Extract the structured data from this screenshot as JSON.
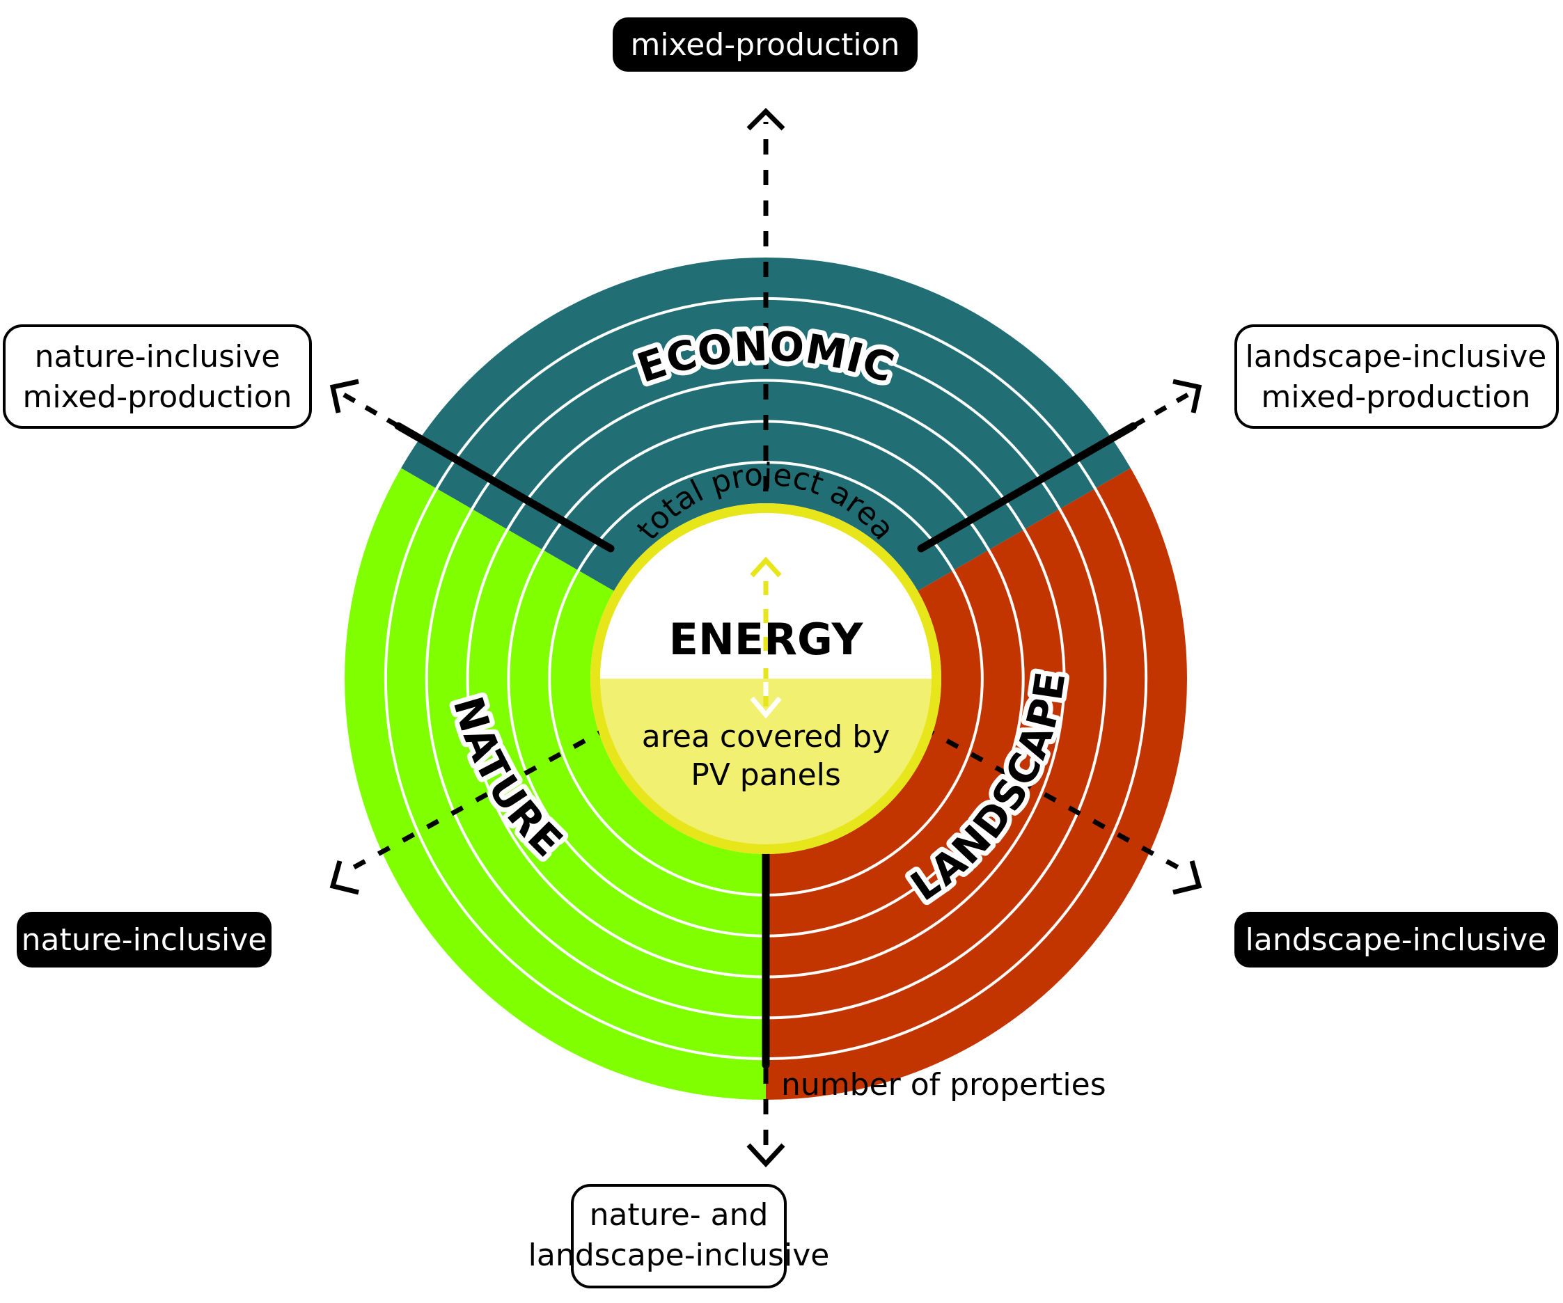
{
  "colors": {
    "economic": "#216f74",
    "nature": "#80ff00",
    "landscape": "#c23500",
    "energy_ring": "#e6e61a",
    "energy_fill": "#f2f070",
    "energy_top": "#ffffff",
    "ink": "#000000"
  },
  "rings_per_sector": 6,
  "energy": {
    "title": "ENERGY",
    "top_label": "total project area",
    "bottom_label_line1": "area covered by",
    "bottom_label_line2": "PV panels",
    "pv_fraction": 0.5
  },
  "sectors": [
    {
      "id": "economic",
      "label": "ECONOMIC"
    },
    {
      "id": "nature",
      "label": "NATURE"
    },
    {
      "id": "landscape",
      "label": "LANDSCAPE"
    }
  ],
  "axis_label": "number of properties",
  "outcomes": {
    "top": {
      "text": [
        "mixed-production"
      ],
      "style": "filled"
    },
    "top_left": {
      "text": [
        "nature-inclusive",
        "mixed-production"
      ],
      "style": "outlined"
    },
    "top_right": {
      "text": [
        "landscape-inclusive",
        "mixed-production"
      ],
      "style": "outlined"
    },
    "bottom_left": {
      "text": [
        "nature-inclusive"
      ],
      "style": "filled"
    },
    "bottom_right": {
      "text": [
        "landscape-inclusive"
      ],
      "style": "filled"
    },
    "bottom": {
      "text": [
        "nature- and",
        "landscape-inclusive"
      ],
      "style": "outlined"
    }
  }
}
